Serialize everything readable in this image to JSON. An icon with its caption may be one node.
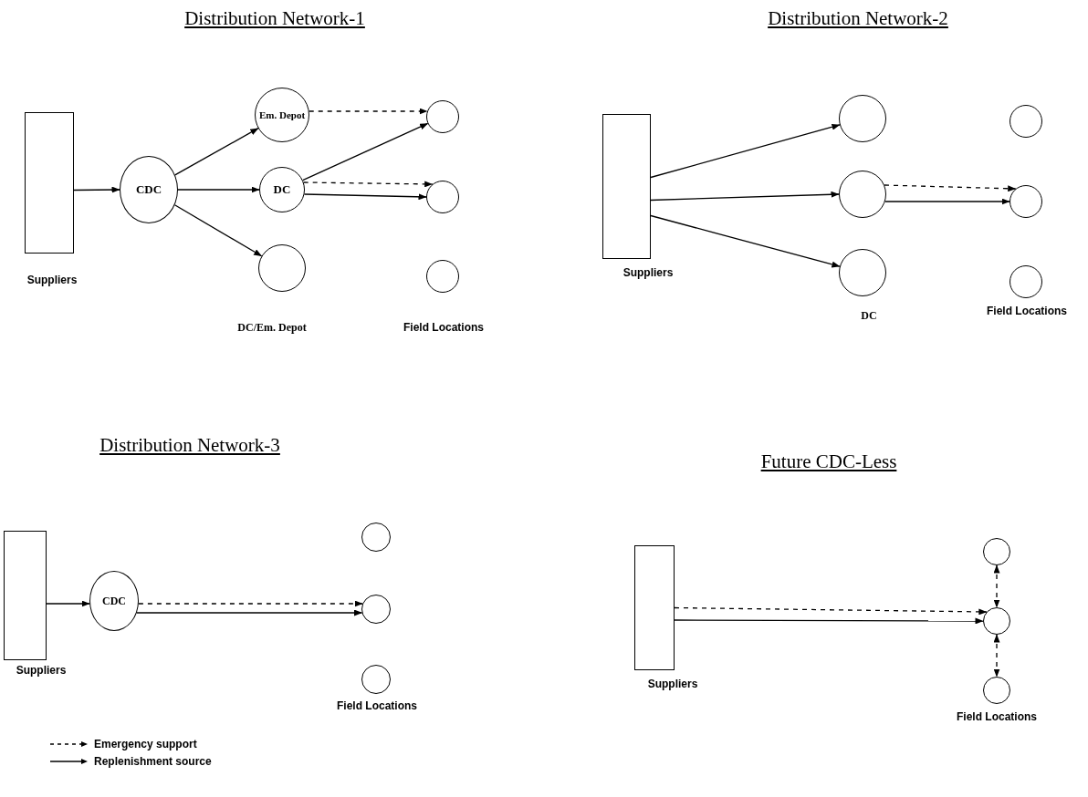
{
  "diagram": {
    "nodes": [
      {
        "text": [],
        "shape": "box",
        "beside": [
          "Suppliers"
        ]
      },
      {
        "text": [
          "CDC"
        ]
      },
      {
        "text": [
          "Em. Depot"
        ]
      },
      {
        "text": [
          "DC"
        ]
      },
      {
        "text": [],
        "shape": "circle"
      },
      {
        "text": [],
        "shape": "circle"
      },
      {
        "text": [],
        "shape": "circle"
      },
      {
        "text": [],
        "shape": "circle"
      },
      {
        "text": [],
        "shape": "box",
        "beside": [
          "Suppliers"
        ]
      },
      {
        "text": [],
        "shape": "circle"
      },
      {
        "text": [],
        "shape": "circle"
      },
      {
        "text": [],
        "shape": "circle"
      },
      {
        "text": [],
        "shape": "circle"
      },
      {
        "text": [],
        "shape": "circle"
      },
      {
        "text": [],
        "shape": "circle"
      },
      {
        "text": [],
        "shape": "box",
        "beside": [
          "Suppliers"
        ]
      },
      {
        "text": [
          "CDC"
        ]
      },
      {
        "text": [],
        "shape": "circle"
      },
      {
        "text": [],
        "shape": "circle"
      },
      {
        "text": [],
        "shape": "circle"
      },
      {
        "text": [],
        "shape": "box",
        "beside": [
          "Suppliers"
        ]
      },
      {
        "text": [],
        "shape": "circle"
      },
      {
        "text": [],
        "shape": "circle"
      },
      {
        "text": [],
        "shape": "circle"
      }
    ],
    "edges": [
      {
        "from": 0,
        "to": 1,
        "arrow": "to"
      },
      {
        "from": 1,
        "to": 2,
        "arrow": "to"
      },
      {
        "from": 1,
        "to": 3,
        "arrow": "to"
      },
      {
        "from": 1,
        "to": 4,
        "arrow": "to"
      },
      {
        "from": 2,
        "to": 5,
        "arrow": "to",
        "style": "dashed"
      },
      {
        "from": 3,
        "to": 5,
        "arrow": "to"
      },
      {
        "from": 3,
        "to": 6,
        "arrow": "to",
        "style": "dashed"
      },
      {
        "from": 3,
        "to": 6,
        "arrow": "to"
      },
      {
        "from": 8,
        "to": 9,
        "arrow": "to"
      },
      {
        "from": 8,
        "to": 10,
        "arrow": "to"
      },
      {
        "from": 8,
        "to": 11,
        "arrow": "to"
      },
      {
        "from": 10,
        "to": 13,
        "arrow": "to",
        "style": "dashed"
      },
      {
        "from": 10,
        "to": 13,
        "arrow": "to"
      },
      {
        "from": 15,
        "to": 16,
        "arrow": "to"
      },
      {
        "from": 16,
        "to": 18,
        "arrow": "to",
        "style": "dashed"
      },
      {
        "from": 16,
        "to": 18,
        "arrow": "to"
      },
      {
        "from": 20,
        "to": 22,
        "arrow": "to",
        "style": "dashed"
      },
      {
        "from": 20,
        "to": 22,
        "arrow": "to"
      },
      {
        "from": 21,
        "to": 22,
        "arrow": "both",
        "style": "dashed"
      },
      {
        "from": 22,
        "to": 23,
        "arrow": "both",
        "style": "dashed"
      }
    ],
    "labels": [
      "Distribution Network-1",
      "Distribution Network-2",
      "DC/Em. Depot",
      "Field Locations",
      "DC",
      "Field Locations",
      "Distribution Network-3",
      "Future CDC-Less",
      "Field Locations",
      "Field Locations"
    ],
    "legend": [
      {
        "text": "Emergency support"
      },
      {
        "text": "Replenishment source"
      }
    ]
  }
}
